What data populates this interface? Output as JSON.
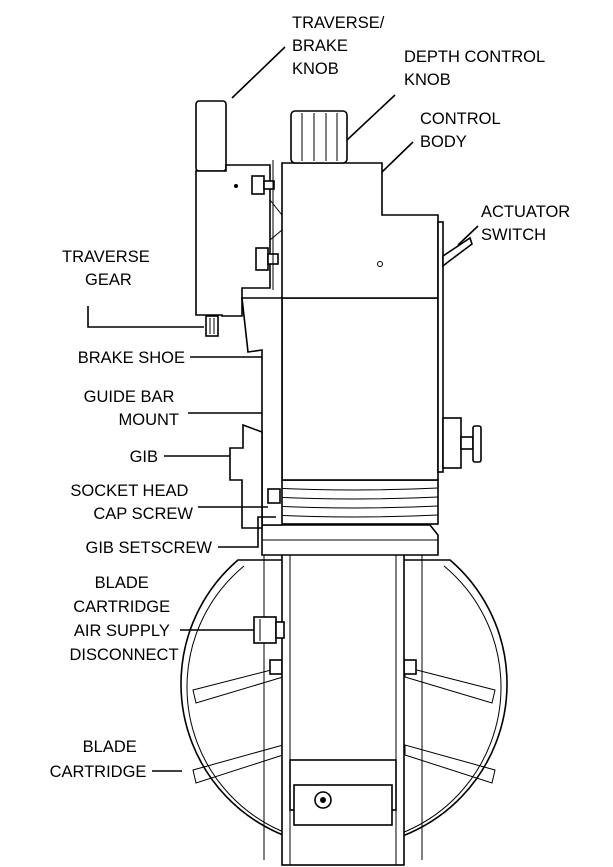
{
  "labels": {
    "traverse_brake_knob": [
      "TRAVERSE/",
      "BRAKE",
      "KNOB"
    ],
    "depth_control_knob": [
      "DEPTH CONTROL",
      "KNOB"
    ],
    "control_body": [
      "CONTROL",
      "BODY"
    ],
    "actuator_switch": [
      "ACTUATOR",
      "SWITCH"
    ],
    "traverse_gear": [
      "TRAVERSE",
      "GEAR"
    ],
    "brake_shoe": [
      "BRAKE SHOE"
    ],
    "guide_bar_mount": [
      "GUIDE BAR",
      "MOUNT"
    ],
    "gib": [
      "GIB"
    ],
    "socket_head_cap_screw": [
      "SOCKET HEAD",
      "CAP SCREW"
    ],
    "gib_setscrew": [
      "GIB SETSCREW"
    ],
    "blade_cartridge_air_supply_disconnect": [
      "BLADE",
      "CARTRIDGE",
      "AIR SUPPLY",
      "DISCONNECT"
    ],
    "blade_cartridge": [
      "BLADE",
      "CARTRIDGE"
    ]
  }
}
